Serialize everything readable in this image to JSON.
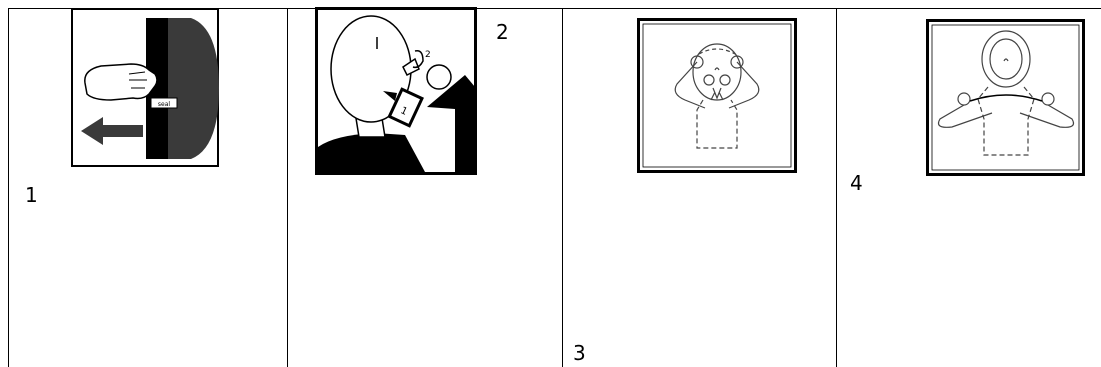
{
  "steps": [
    {
      "number": "1",
      "seal_label": "seal"
    },
    {
      "number": "2",
      "marker_1": "1",
      "marker_2": "2"
    },
    {
      "number": "3"
    },
    {
      "number": "4"
    }
  ],
  "colors": {
    "line": "#000000",
    "dark_fill": "#3a3a3a",
    "background": "#ffffff"
  }
}
